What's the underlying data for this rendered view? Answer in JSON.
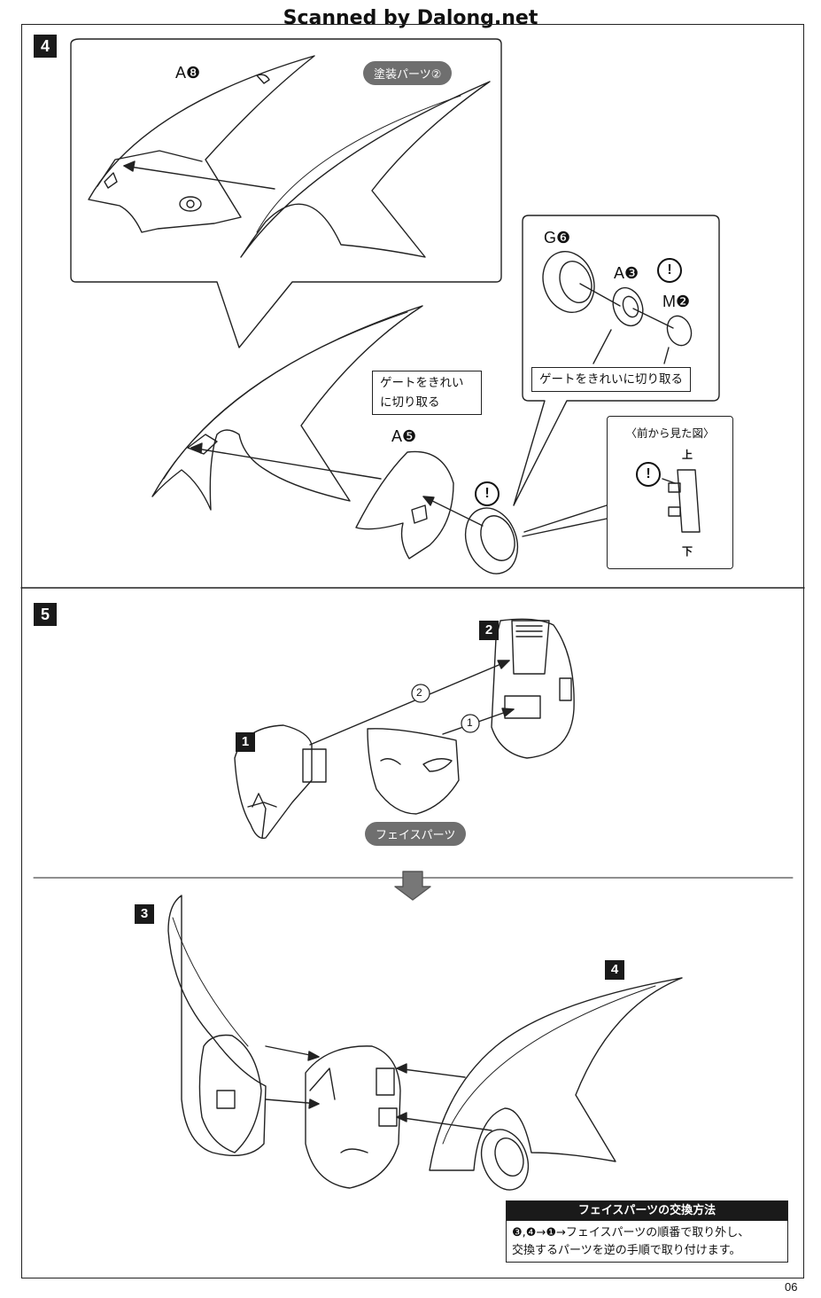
{
  "header": {
    "watermark": "Scanned by Dalong.net"
  },
  "step4": {
    "step_number": "4",
    "part_a8": "A❽",
    "painted_parts": "塗装パーツ②",
    "part_g6": "G❻",
    "part_a3": "A❸",
    "part_m2": "M❷",
    "part_a5": "A❺",
    "gate_note_1": "ゲートをきれい",
    "gate_note_2": "に切り取る",
    "gate_note_right": "ゲートをきれいに切り取る",
    "front_view_title": "〈前から見た図〉",
    "front_view_top": "上",
    "front_view_bottom": "下",
    "caution_mark": "!"
  },
  "step5": {
    "step_number": "5",
    "badge_1": "1",
    "badge_2": "2",
    "badge_3": "3",
    "badge_4": "4",
    "order_1": "1",
    "order_2": "2",
    "face_parts": "フェイスパーツ",
    "info_title": "フェイスパーツの交換方法",
    "info_line_1": "❸,❹→❶→フェイスパーツの順番で取り外し、",
    "info_line_2": "交換するパーツを逆の手順で取り付けます。"
  },
  "footer": {
    "page_number": "06"
  }
}
